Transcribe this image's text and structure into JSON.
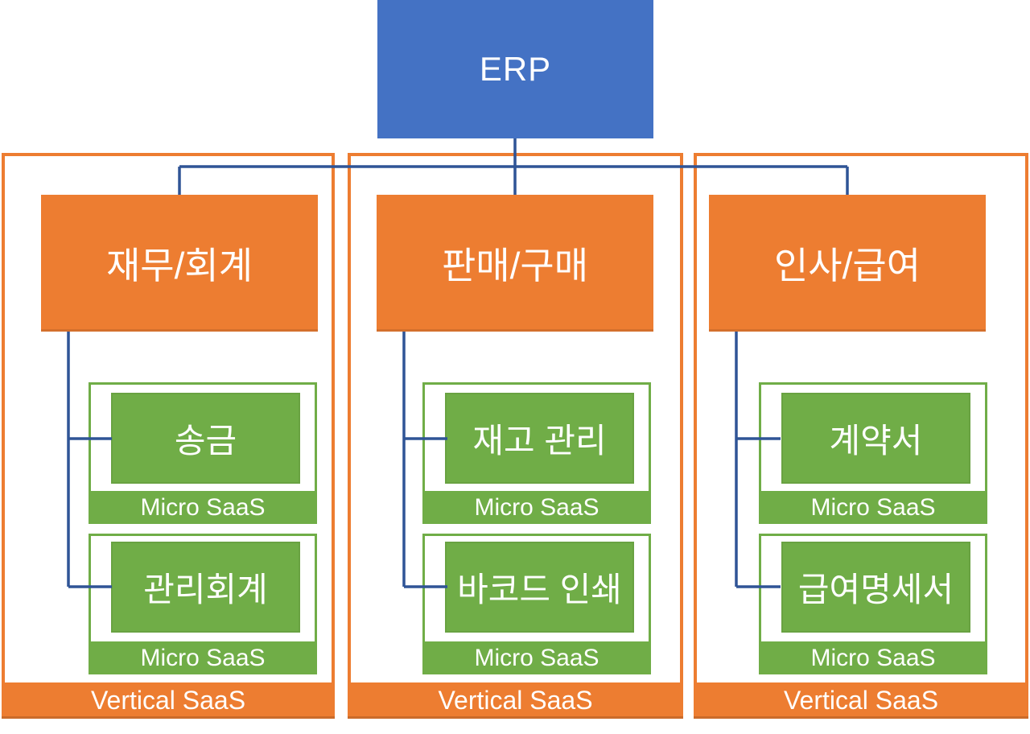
{
  "root": {
    "label": "ERP"
  },
  "columns": [
    {
      "header": "재무/회계",
      "footer": "Vertical SaaS",
      "modules": [
        {
          "label": "송금",
          "badge": "Micro SaaS"
        },
        {
          "label": "관리회계",
          "badge": "Micro SaaS"
        }
      ]
    },
    {
      "header": "판매/구매",
      "footer": "Vertical SaaS",
      "modules": [
        {
          "label": "재고 관리",
          "badge": "Micro SaaS"
        },
        {
          "label": "바코드 인쇄",
          "badge": "Micro SaaS"
        }
      ]
    },
    {
      "header": "인사/급여",
      "footer": "Vertical SaaS",
      "modules": [
        {
          "label": "계약서",
          "badge": "Micro SaaS"
        },
        {
          "label": "급여명세서",
          "badge": "Micro SaaS"
        }
      ]
    }
  ],
  "palette": {
    "root_blue": "#4472C4",
    "category_orange": "#ED7D31",
    "module_green": "#70AD47",
    "connector_navy": "#2F5496",
    "text_white": "#FFFFFF"
  }
}
